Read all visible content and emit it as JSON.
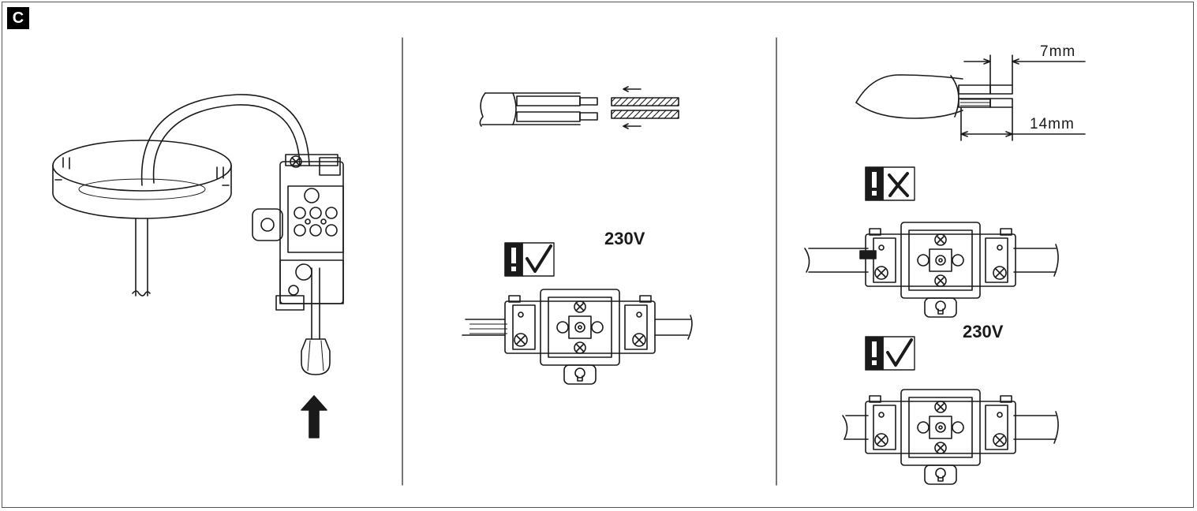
{
  "panel_label": "C",
  "voltage_middle": "230V",
  "voltage_right": "230V",
  "dim_short": "7mm",
  "dim_long": "14mm",
  "icons": {
    "correct": "warning-check-icon",
    "wrong": "warning-cross-icon"
  },
  "colors": {
    "line": "#1a1a1a",
    "background": "#ffffff"
  }
}
